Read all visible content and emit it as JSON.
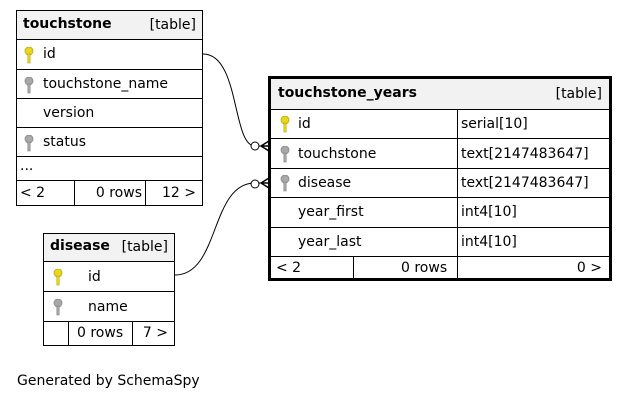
{
  "tables": {
    "touchstone": {
      "name": "touchstone",
      "tag": "[table]",
      "columns": [
        {
          "name": "id",
          "key": "primary"
        },
        {
          "name": "touchstone_name",
          "key": "index"
        },
        {
          "name": "version",
          "key": "none"
        },
        {
          "name": "status",
          "key": "index"
        }
      ],
      "ellipsis": "...",
      "footer": {
        "parents": "< 2",
        "rows": "0 rows",
        "children": "12 >"
      }
    },
    "disease": {
      "name": "disease",
      "tag": "[table]",
      "columns": [
        {
          "name": "id",
          "key": "primary"
        },
        {
          "name": "name",
          "key": "index"
        }
      ],
      "footer": {
        "parents": "",
        "rows": "0 rows",
        "children": "7 >"
      }
    },
    "touchstone_years": {
      "name": "touchstone_years",
      "tag": "[table]",
      "columns": [
        {
          "name": "id",
          "type": "serial[10]",
          "key": "primary"
        },
        {
          "name": "touchstone",
          "type": "text[2147483647]",
          "key": "index"
        },
        {
          "name": "disease",
          "type": "text[2147483647]",
          "key": "index"
        },
        {
          "name": "year_first",
          "type": "int4[10]",
          "key": "none"
        },
        {
          "name": "year_last",
          "type": "int4[10]",
          "key": "none"
        }
      ],
      "footer": {
        "parents": "< 2",
        "rows": "0 rows",
        "children": "0 >"
      }
    }
  },
  "relationships": [
    {
      "from": "touchstone.id",
      "to": "touchstone_years.touchstone"
    },
    {
      "from": "disease.id",
      "to": "touchstone_years.disease"
    }
  ],
  "colors": {
    "primary_key": "#e8d61c",
    "index_key": "#a8a8a8",
    "header_bg": "#f2f2f2"
  },
  "generated_by": "Generated by SchemaSpy"
}
